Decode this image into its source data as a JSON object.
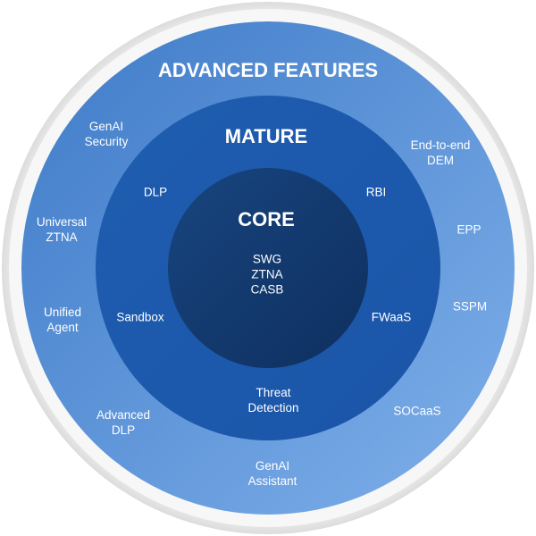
{
  "colors": {
    "frame": "#f2f2f2",
    "advanced_top": "#3f7bc8",
    "advanced_bottom": "#7fb0ea",
    "mature_top": "#1f5db0",
    "mature_bottom": "#1a55a8",
    "core_top": "#17457f",
    "core_bottom": "#0f2f5f",
    "text": "#ffffff"
  },
  "rings": {
    "advanced": {
      "title": "ADVANCED FEATURES",
      "items": [
        [
          "GenAI",
          "Security"
        ],
        [
          "End-to-end",
          "DEM"
        ],
        [
          "Universal",
          "ZTNA"
        ],
        [
          "EPP"
        ],
        [
          "Unified",
          "Agent"
        ],
        [
          "SSPM"
        ],
        [
          "Advanced",
          "DLP"
        ],
        [
          "SOCaaS"
        ],
        [
          "GenAI",
          "Assistant"
        ]
      ]
    },
    "mature": {
      "title": "MATURE",
      "items": [
        [
          "DLP"
        ],
        [
          "RBI"
        ],
        [
          "Sandbox"
        ],
        [
          "FWaaS"
        ],
        [
          "Threat",
          "Detection"
        ]
      ]
    },
    "core": {
      "title": "CORE",
      "items": [
        [
          "SWG",
          "ZTNA",
          "CASB"
        ]
      ]
    }
  }
}
